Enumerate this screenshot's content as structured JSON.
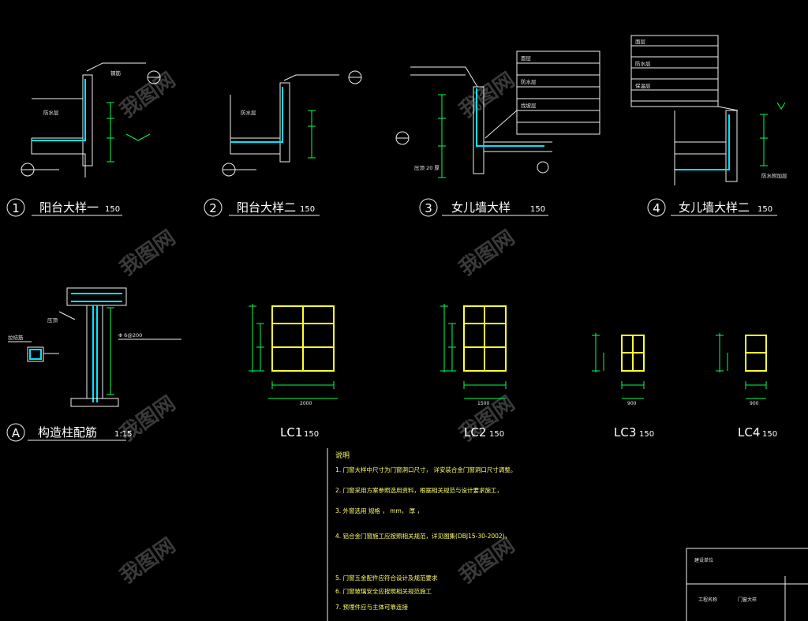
{
  "details": [
    {
      "number": "1",
      "title": "阳台大样一",
      "scale": "150"
    },
    {
      "number": "2",
      "title": "阳台大样二",
      "scale": "150"
    },
    {
      "number": "3",
      "title": "女儿墙大样",
      "scale": "150"
    },
    {
      "number": "4",
      "title": "女儿墙大样二",
      "scale": "150"
    },
    {
      "number": "A",
      "title": "构造柱配筋",
      "scale": "1:15"
    }
  ],
  "windows": [
    {
      "label": "LC1",
      "scale": "150"
    },
    {
      "label": "LC2",
      "scale": "150"
    },
    {
      "label": "LC3",
      "scale": "150"
    },
    {
      "label": "LC4",
      "scale": "150"
    }
  ],
  "notes": {
    "heading": "说明",
    "items": [
      "1. 门窗大样中尺寸为门窗洞口尺寸，  详安装合金门窗洞口尺寸调整。",
      "2. 门窗采用方案参照选用资料，根据相关规范与设计要求施工，",
      "3. 外窗选用  规格  ，    mm，  厚  ，",
      "4. 铝合金门窗施工应按照相关规范，详见图集(DBJ15-30-2002)，",
      "5. 门窗五金配件应符合设计及规范要求",
      "6. 门窗玻璃安全应按照相关规范施工",
      "7. 预埋件应与主体可靠连接"
    ]
  },
  "title_block": {
    "row1": "建设单位",
    "row2a": "工程名称",
    "row2b": "门窗大样"
  },
  "watermark": "我图网"
}
